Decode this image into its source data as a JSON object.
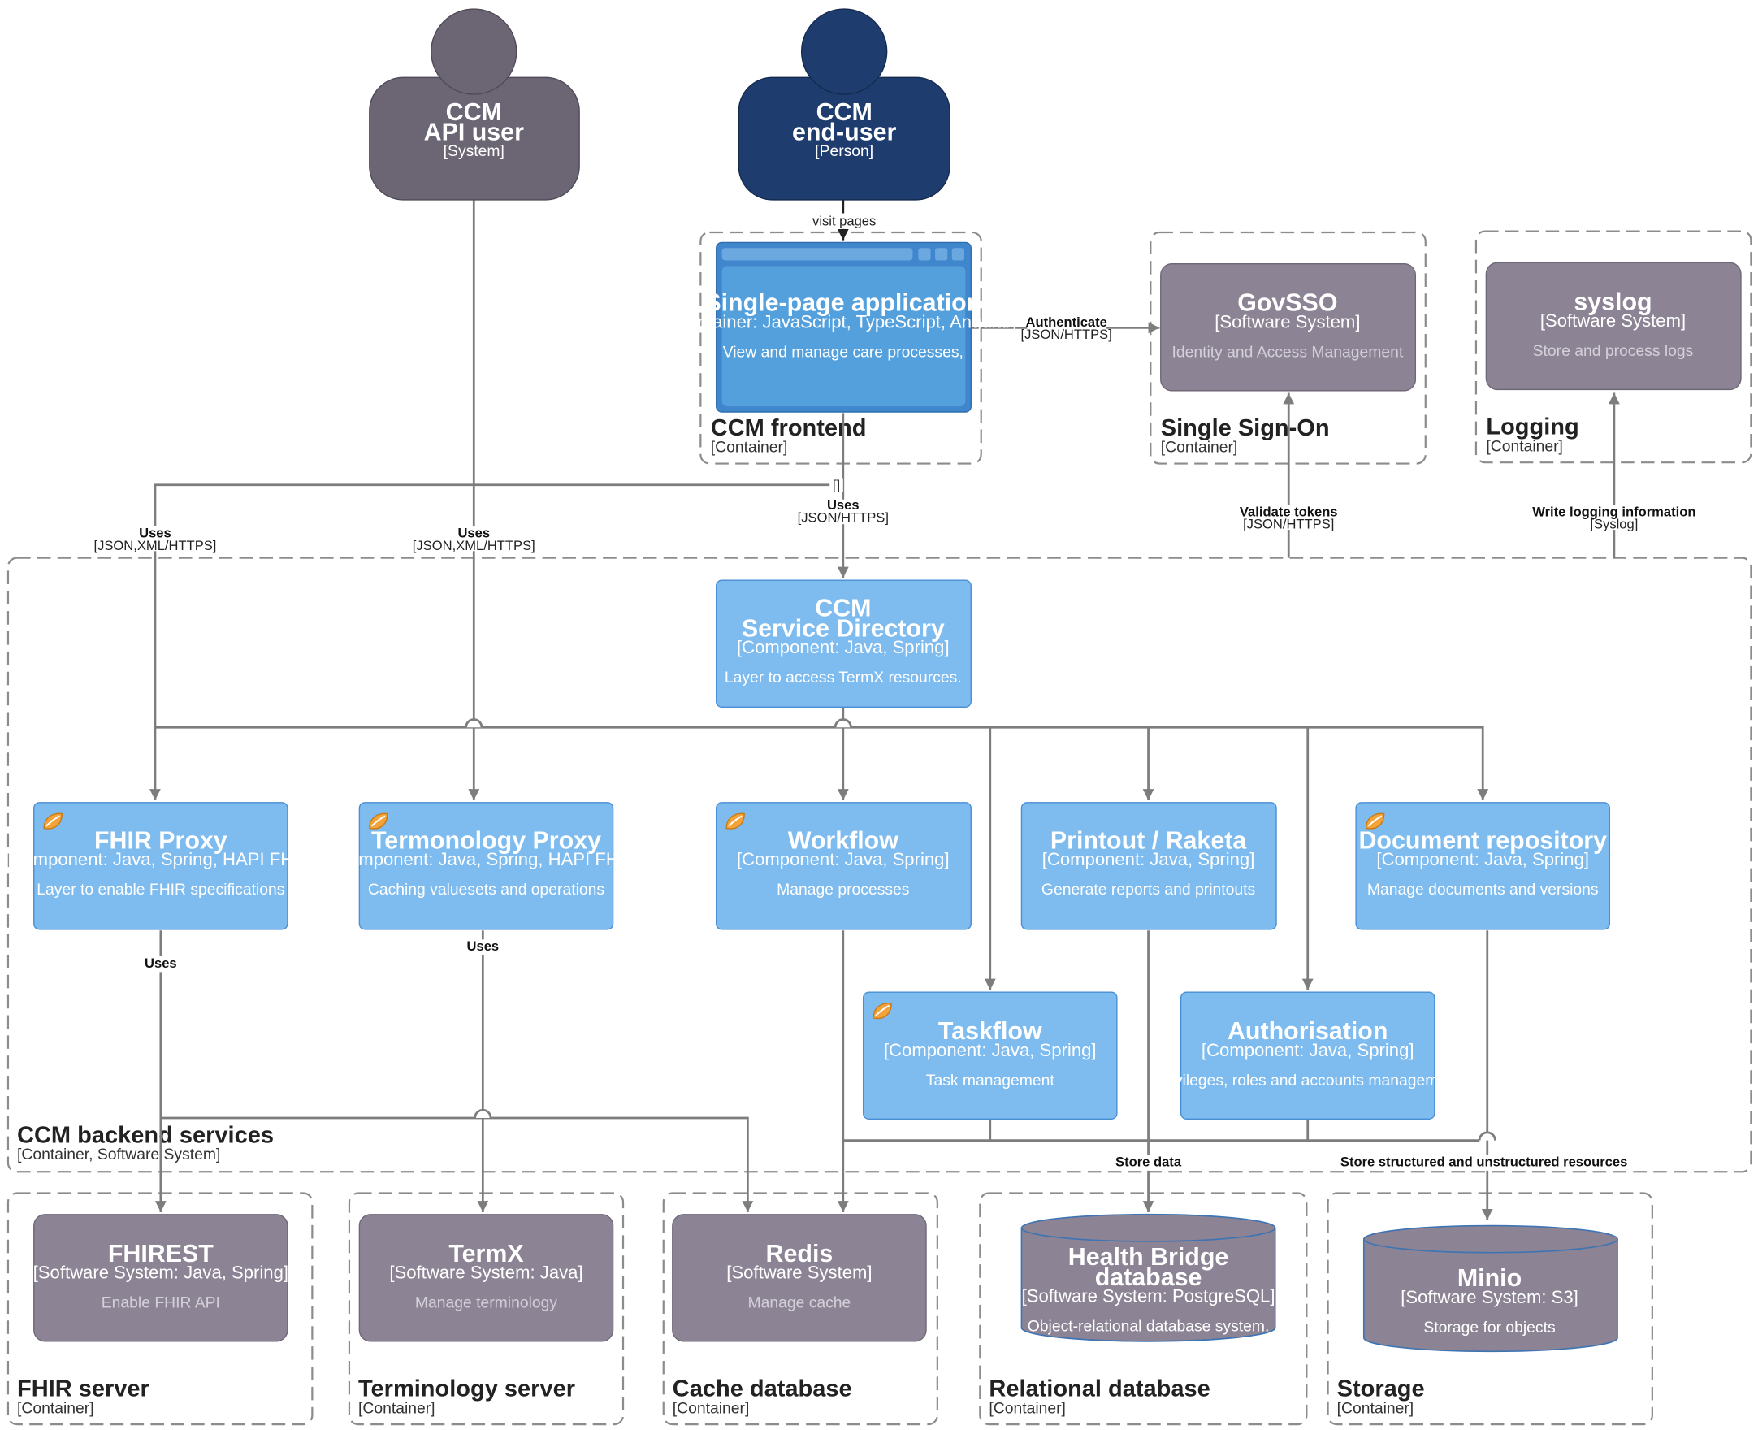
{
  "colors": {
    "component": "#7ebbef",
    "component_stroke": "#4a8ed4",
    "container_spa": "#4f95d6",
    "system": "#8c8494",
    "person_user": "#1e3d6e",
    "system_user": "#6b6574",
    "edge": "#7d7d7d"
  },
  "actors": {
    "api_user": {
      "title1": "CCM",
      "title2": "API user",
      "type": "[System]"
    },
    "end_user": {
      "title1": "CCM",
      "title2": "end-user",
      "type": "[Person]"
    }
  },
  "spa": {
    "title": "Single-page application",
    "tech": "[Container: JavaScript, TypeScript, Angular]",
    "desc": "View and manage care processes,"
  },
  "systems": {
    "govsso": {
      "title": "GovSSO",
      "tech": "[Software System]",
      "desc": "Identity and Access Management"
    },
    "syslog": {
      "title": "syslog",
      "tech": "[Software System]",
      "desc": "Store and process logs"
    },
    "fhirest": {
      "title": "FHIREST",
      "tech": "[Software System: Java, Spring]",
      "desc": "Enable FHIR API"
    },
    "termx": {
      "title": "TermX",
      "tech": "[Software System: Java]",
      "desc": "Manage terminology"
    },
    "redis": {
      "title": "Redis",
      "tech": "[Software System]",
      "desc": "Manage cache"
    },
    "healthdb": {
      "title1": "Health Bridge",
      "title2": "database",
      "tech": "[Software System: PostgreSQL]",
      "desc": "Object-relational database system."
    },
    "minio": {
      "title": "Minio",
      "tech": "[Software System: S3]",
      "desc": "Storage for objects"
    }
  },
  "components": {
    "service_directory": {
      "title1": "CCM",
      "title2": "Service Directory",
      "tech": "[Component: Java, Spring]",
      "desc": "Layer to access TermX resources."
    },
    "fhir_proxy": {
      "title": "FHIR Proxy",
      "tech": "[Component: Java, Spring, HAPI FHIR]",
      "desc": "Layer to enable FHIR specifications"
    },
    "term_proxy": {
      "title": "Termonology Proxy",
      "tech": "[Component: Java, Spring, HAPI FHIR]",
      "desc": "Caching valuesets and operations"
    },
    "workflow": {
      "title": "Workflow",
      "tech": "[Component: Java, Spring]",
      "desc": "Manage processes"
    },
    "printout": {
      "title": "Printout / Raketa",
      "tech": "[Component: Java, Spring]",
      "desc": "Generate reports and printouts"
    },
    "docrepo": {
      "title": "Document repository",
      "tech": "[Component: Java, Spring]",
      "desc": "Manage documents and versions"
    },
    "taskflow": {
      "title": "Taskflow",
      "tech": "[Component: Java, Spring]",
      "desc": "Task management"
    },
    "authorisation": {
      "title": "Authorisation",
      "tech": "[Component: Java, Spring]",
      "desc": "Privileges, roles and accounts management"
    }
  },
  "groups": {
    "frontend": {
      "title": "CCM frontend",
      "sub": "[Container]"
    },
    "sso": {
      "title": "Single Sign-On",
      "sub": "[Container]"
    },
    "logging": {
      "title": "Logging",
      "sub": "[Container]"
    },
    "backend": {
      "title": "CCM backend services",
      "sub": "[Container, Software System]"
    },
    "fhir_server": {
      "title": "FHIR server",
      "sub": "[Container]"
    },
    "term_server": {
      "title": "Terminology server",
      "sub": "[Container]"
    },
    "cache_db": {
      "title": "Cache database",
      "sub": "[Container]"
    },
    "rel_db": {
      "title": "Relational database",
      "sub": "[Container]"
    },
    "storage": {
      "title": "Storage",
      "sub": "[Container]"
    }
  },
  "edges": {
    "visit": {
      "label": "visit pages"
    },
    "authenticate": {
      "label": "Authenticate",
      "tech": "[JSON/HTTPS]"
    },
    "validate": {
      "label": "Validate tokens",
      "tech": "[JSON/HTTPS]"
    },
    "write_log": {
      "label": "Write logging information",
      "tech": "[Syslog]"
    },
    "uses_left": {
      "label": "Uses",
      "tech": "[JSON,XML/HTTPS]"
    },
    "uses_mid": {
      "label": "Uses",
      "tech": "[JSON,XML/HTTPS]"
    },
    "uses_spa": {
      "label": "Uses",
      "tech": "[JSON/HTTPS]"
    },
    "uses_fhir": {
      "label": "Uses"
    },
    "uses_term": {
      "label": "Uses"
    },
    "store_data": {
      "label": "Store data"
    },
    "store_struct": {
      "label": "Store structured and unstructured resources"
    },
    "bracket": {
      "label": "[]"
    }
  }
}
